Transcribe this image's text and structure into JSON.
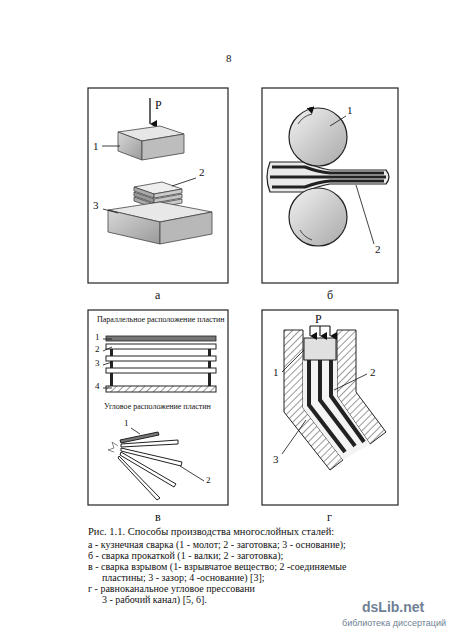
{
  "diagram": {
    "caption": "Рис. 1.1. Способы производства многослойных сталей:",
    "labels": [
      "8",
      "P",
      "1",
      "2",
      "3",
      "а",
      "1",
      "2",
      "б",
      "Параллельное расположение пластин",
      "1",
      "2",
      "3",
      "4",
      "Угловое расположение пластин",
      "1",
      "2",
      "в",
      "P",
      "1",
      "2",
      "3",
      "г",
      "а - кузнечная сварка (1 - молот; 2 - заготовка; 3 - основание);",
      "б - сварка прокаткой (1 - валки; 2 - заготовка);",
      "в - сварка взрывом (1- взрывчатое вещество; 2 -соединяемые",
      "пластины; 3 - зазор; 4 -основание) [3];",
      "г - равноканальное угловое прессовани",
      "3 - рабочий канал) [5, 6].",
      "dsLib.net",
      "библиотека диссертаций"
    ]
  }
}
